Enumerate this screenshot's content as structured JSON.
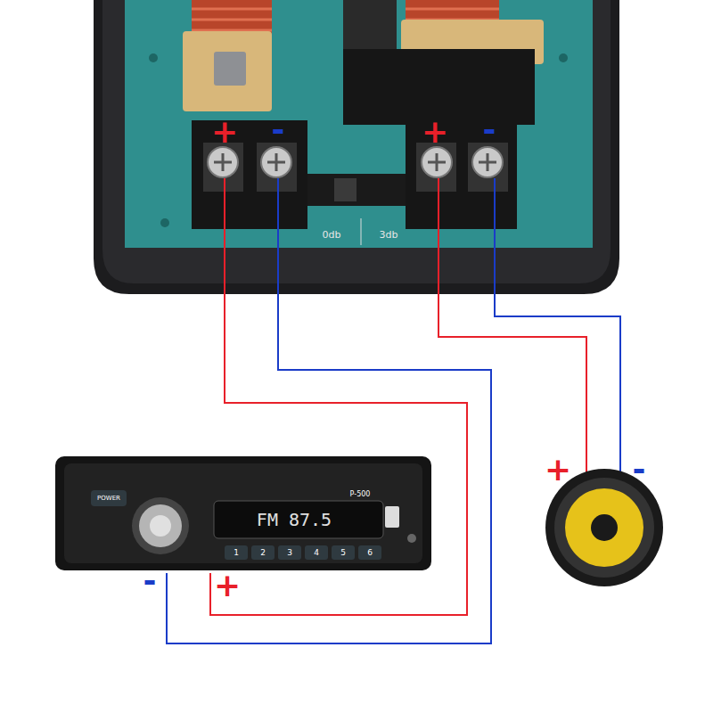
{
  "diagram": {
    "labels": [
      "+",
      "-",
      "+",
      "-",
      "0db",
      "3db",
      "+",
      "-",
      "-",
      "+",
      "FM 87.5",
      "P-500",
      "POWER",
      "1",
      "2",
      "3",
      "4",
      "5",
      "6"
    ]
  }
}
